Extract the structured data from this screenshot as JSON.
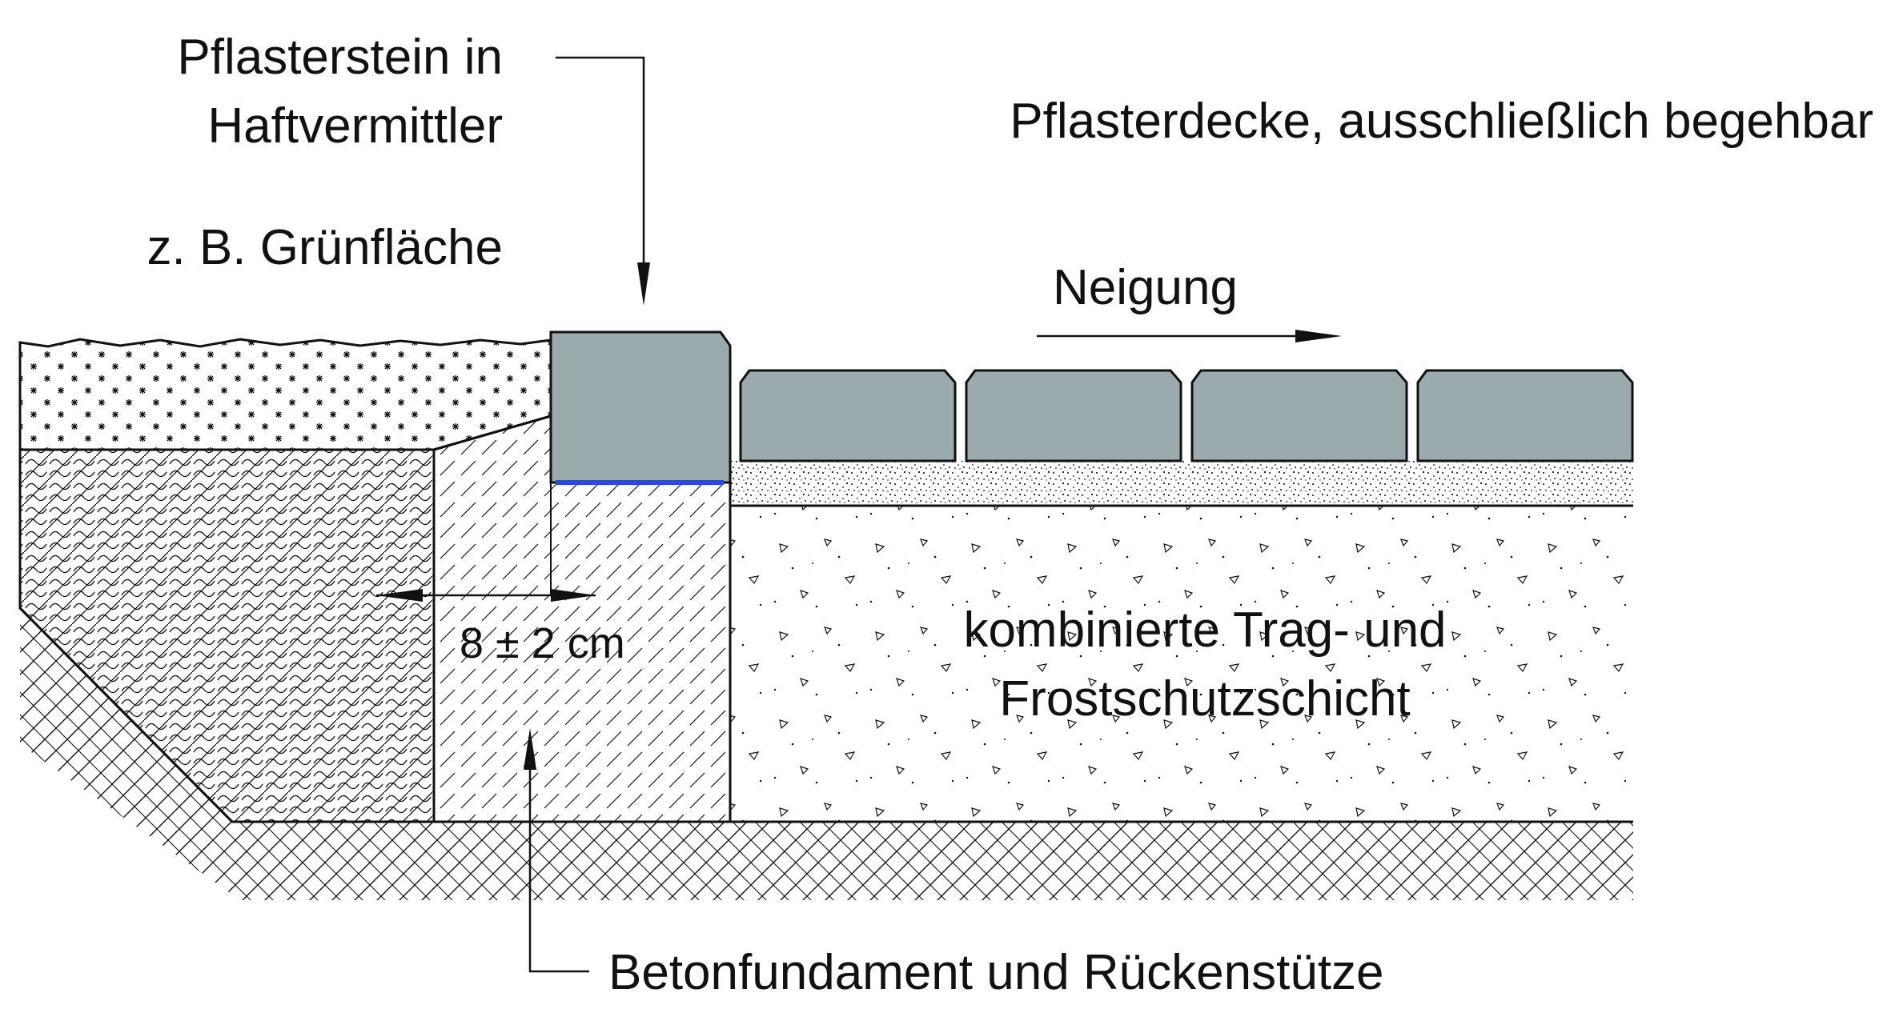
{
  "labels": {
    "paving_stone_line1": "Pflasterstein in",
    "paving_stone_line2": "Haftvermittler",
    "green_area": "z. B. Grünfläche",
    "pavement_title": "Pflasterdecke, ausschließlich begehbar",
    "slope": "Neigung",
    "dimension": "8 ± 2 cm",
    "base_layer_line1": "kombinierte Trag- und",
    "base_layer_line2": "Frostschutzschicht",
    "foundation": "Betonfundament und Rückenstütze"
  },
  "colors": {
    "stone_fill": "#9aaaad",
    "adhesive": "#2b4bd6",
    "line": "#111111",
    "background": "#ffffff"
  }
}
